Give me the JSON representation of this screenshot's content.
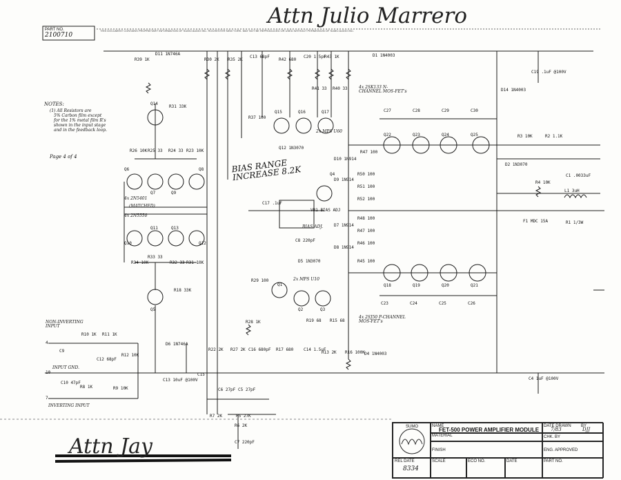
{
  "header": {
    "attention_note": "Attn Julio Marrero",
    "part_no_label": "PART NO.",
    "part_no_value": "2100710",
    "notice_text": "THIS DOCUMENT CONTAINS PROPRIETARY INFORMATION OF SUMO AUDIO INC. ROCHESTER NEW YORK. MAY NOT BE REPRODUCED OR USED WITHOUT PERMISSION OF SUMO AUDIO INC."
  },
  "notes": {
    "title": "NOTES:",
    "lines": [
      "(1) All Resistors are",
      "5% Carbon film except",
      "for the 1% metal film R's",
      "shown in the input stage",
      "and in the feedback loop."
    ],
    "page": "Page 4 of 4"
  },
  "annotations": {
    "bias_range": "BIAS RANGE INCREASE 8.2K",
    "bias_adj": "BIAS ADJ.",
    "matched": "(MATCHED)",
    "q_pair_top": "4x 2N5401",
    "q_pair_bottom": "4x 2N5550",
    "nch_note": "4x 2SK133 N-CHANNEL MOS-FET's",
    "pch_note": "4x 2SJ50 P-CHANNEL MOS-FET's",
    "mps_top": "2x MPS U60",
    "mps_bottom": "2x MPS U10"
  },
  "inputs": {
    "non_inverting": "NON-INVERTING INPUT",
    "input_gnd": "INPUT GND.",
    "inverting": "INVERTING INPUT",
    "node_4": "4",
    "node_10": "10",
    "node_7": "7"
  },
  "components": {
    "transistors": [
      "Q1",
      "Q2",
      "Q3",
      "Q4",
      "Q5",
      "Q6",
      "Q7",
      "Q8",
      "Q9",
      "Q10",
      "Q11",
      "Q12",
      "Q13",
      "Q14",
      "Q15",
      "Q16",
      "Q17",
      "Q18",
      "Q19",
      "Q20",
      "Q21",
      "Q22",
      "Q23",
      "Q24",
      "Q25"
    ],
    "capacitors_top": [
      "C27",
      "C28",
      "C29",
      "C30"
    ],
    "capacitors_bottom": [
      "C23",
      "C24",
      "C25",
      "C26"
    ],
    "misc_labels": [
      "R39 1K",
      "D11 1N746A",
      "R30 2K",
      "R35 2K",
      "C13 68pF",
      "R42 680",
      "C20 1.5pF",
      "R43 1K",
      "D1 1N4003",
      "C19 .1uF @100V",
      "D14 1N4003",
      "R3 10K",
      "R2 1.1K",
      "C1 .0033uF",
      "L1 3uH",
      "R1 1/3W",
      "F1 MDC 15A",
      "D2 1N3070",
      "R4 10K",
      "R31 33K",
      "R37 100",
      "Q12 1N3070",
      "R41 33",
      "R40 33",
      "VR1 BIAS ADJ",
      "C17 .1uF",
      "C8 220pF",
      "D5 1N3070",
      "R29 100",
      "R28 1K",
      "R16 100K",
      "D6 1N746A",
      "C13 10uF @100V",
      "C15",
      "C6 27pF",
      "C5 27pF",
      "R7 2K",
      "R5 27K",
      "R6 2K",
      "C7 220pF",
      "R18 33K",
      "R12 10K",
      "R11 1K",
      "R10 1K",
      "C9",
      "C12 68pF",
      "C10 47pF",
      "R8 1K",
      "R9 10K",
      "D4 1N4003",
      "C4 1uF @100V",
      "C14 1.5uF",
      "R17 680",
      "R13 2K",
      "R19 68",
      "R15 68",
      "C16 680pF",
      "R22 2K",
      "R27 2K",
      "R33 33",
      "R34 10K",
      "R32 33",
      "R31 10K",
      "R26 10K",
      "R25 33",
      "R24 33",
      "R23 10K",
      "R47 100",
      "R50 100",
      "R51 100",
      "R52 100",
      "R48 100",
      "R47 100",
      "R46 100",
      "R45 100",
      "D7 1N914",
      "D8 1N914",
      "D10 1N914",
      "D9 1N914"
    ]
  },
  "title_block": {
    "name_label": "NAME",
    "title": "FET-500 POWER AMPLIFIER MODULE",
    "date_drawn_label": "DATE DRAWN",
    "date_drawn": "7/83",
    "by_label": "BY",
    "by_value": "DJJ",
    "material_label": "MATERIAL",
    "chk_by_label": "CHK. BY",
    "finish_label": "FINISH",
    "eng_approved_label": "ENG. APPROVED",
    "rel_date_label": "REL DATE",
    "rel_date_value": "8334",
    "scale_label": "SCALE",
    "eco_label": "ECO NO.",
    "date_label": "DATE",
    "part_no_label": "PART NO.",
    "logo_text": "SUMO"
  },
  "footer": {
    "crossed_note": "Attn Jay"
  }
}
